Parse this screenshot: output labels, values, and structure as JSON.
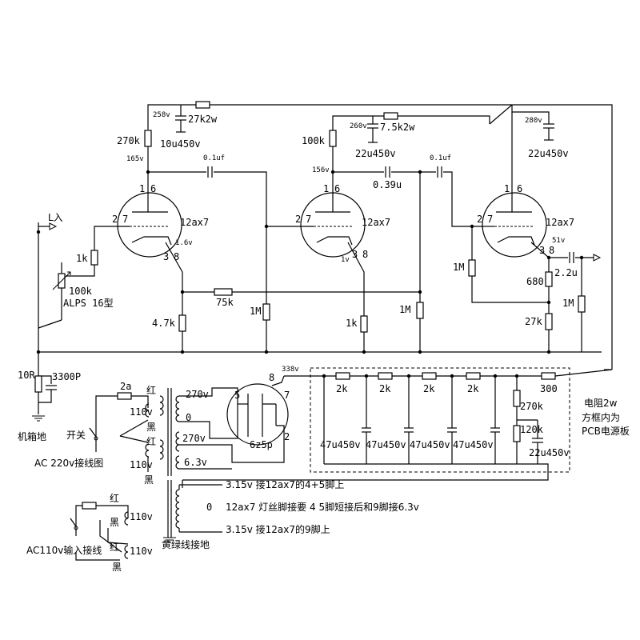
{
  "tubes": {
    "v1": {
      "type": "12ax7",
      "pin_1": "1",
      "pin_6": "6",
      "pin_2": "2",
      "pin_7": "7",
      "pin_3": "3",
      "pin_8": "8",
      "cathode_voltage": "1.6v"
    },
    "v2": {
      "type": "12ax7",
      "pin_1": "1",
      "pin_6": "6",
      "pin_2": "2",
      "pin_7": "7",
      "pin_3": "3",
      "pin_8": "8",
      "cathode_voltage": "1v"
    },
    "v3": {
      "type": "12ax7",
      "pin_1": "1",
      "pin_6": "6",
      "pin_2": "2",
      "pin_7": "7",
      "pin_3": "3",
      "pin_8": "8",
      "cathode_voltage": "51v"
    },
    "rect": {
      "type": "6z5p",
      "pin_8": "8",
      "pin_5": "5",
      "pin_7": "7",
      "pin_2": "2",
      "plate_voltage": "338v"
    }
  },
  "stage1": {
    "b_plus_voltage": "258v",
    "plate_voltage": "165v",
    "r_plate": "270k",
    "r_drop": "27k2w",
    "c_filter": "10u450v",
    "c_couple": "0.1uf",
    "r_grid": "1k",
    "volume_pot": "100k",
    "pot_model": "ALPS 16型",
    "r_cathode": "4.7k",
    "r_feedback": "75k",
    "input_label": "L入"
  },
  "stage2": {
    "b_plus_voltage": "260v",
    "plate_voltage": "156v",
    "r_plate": "100k",
    "r_drop": "7.5k2w",
    "c_filter": "22u450v",
    "c_couple_a": "0.39u",
    "c_couple_b": "0.1uf",
    "r_grid": "1M",
    "r_cathode": "1k"
  },
  "stage3": {
    "b_plus_voltage": "280v",
    "c_filter": "22u450v",
    "r_grid": "1M",
    "r_cathode_a": "680",
    "r_cathode_b": "27k",
    "c_out": "2.2u",
    "r_out": "1M"
  },
  "ground": {
    "r": "10R",
    "c": "3300P",
    "label": "机箱地"
  },
  "psu": {
    "r_filters": [
      "2k",
      "2k",
      "2k",
      "2k",
      "300"
    ],
    "c_filters": [
      "47u450v",
      "47u450v",
      "47u450v",
      "47u450v"
    ],
    "bleeder_top": "270k",
    "bleeder_bot": "120k",
    "c_bleed": "22u450v",
    "note_line1": "电阻2w",
    "note_line2": "方框内为",
    "note_line3": "PCB电源板"
  },
  "transformer": {
    "hv_top": "270v",
    "hv_ct": "0",
    "hv_bot": "270v",
    "fil": "6.3v",
    "heater_top": "3.15v  接12ax7的4+5脚上",
    "heater_ct": "0",
    "heater_note": "12ax7 灯丝脚接要 4 5脚短接后和9脚接6.3v",
    "heater_bot": "3.15v  接12ax7的9脚上",
    "ground_note": "黄绿线接地"
  },
  "ac220": {
    "fuse": "2a",
    "switch": "开关",
    "red": "红",
    "black": "黑",
    "v1": "110v",
    "v2": "110v",
    "red2": "红",
    "black2": "黑",
    "title": "AC 220v接线图"
  },
  "ac110": {
    "red": "红",
    "black": "黑",
    "v1": "110v",
    "v2": "110v",
    "red2": "红",
    "black2": "黑",
    "title": "AC110v输入接线"
  }
}
